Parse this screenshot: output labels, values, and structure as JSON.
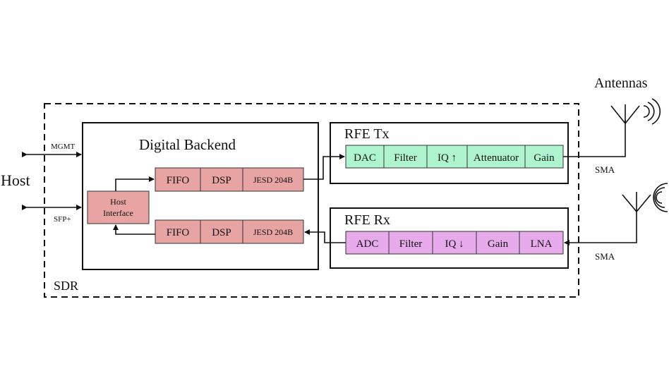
{
  "host": {
    "label": "Host",
    "mgmt": "MGMT",
    "sfp": "SFP+"
  },
  "sdr": {
    "label": "SDR"
  },
  "digital_backend": {
    "title": "Digital Backend",
    "host_interface": [
      "Host",
      "Interface"
    ],
    "tx_chain": [
      "FIFO",
      "DSP",
      "JESD 204B"
    ],
    "rx_chain": [
      "FIFO",
      "DSP",
      "JESD 204B"
    ]
  },
  "rfe_tx": {
    "title": "RFE Tx",
    "blocks": [
      "DAC",
      "Filter",
      "IQ ↑",
      "Attenuator",
      "Gain"
    ]
  },
  "rfe_rx": {
    "title": "RFE Rx",
    "blocks": [
      "ADC",
      "Filter",
      "IQ ↓",
      "Gain",
      "LNA"
    ]
  },
  "antennas": {
    "label": "Antennas",
    "sma_tx": "SMA",
    "sma_rx": "SMA"
  },
  "colors": {
    "digital_block": "#e8a3a3",
    "tx_block": "#aef5cf",
    "rx_block": "#e7aaeb",
    "line": "#111111"
  }
}
